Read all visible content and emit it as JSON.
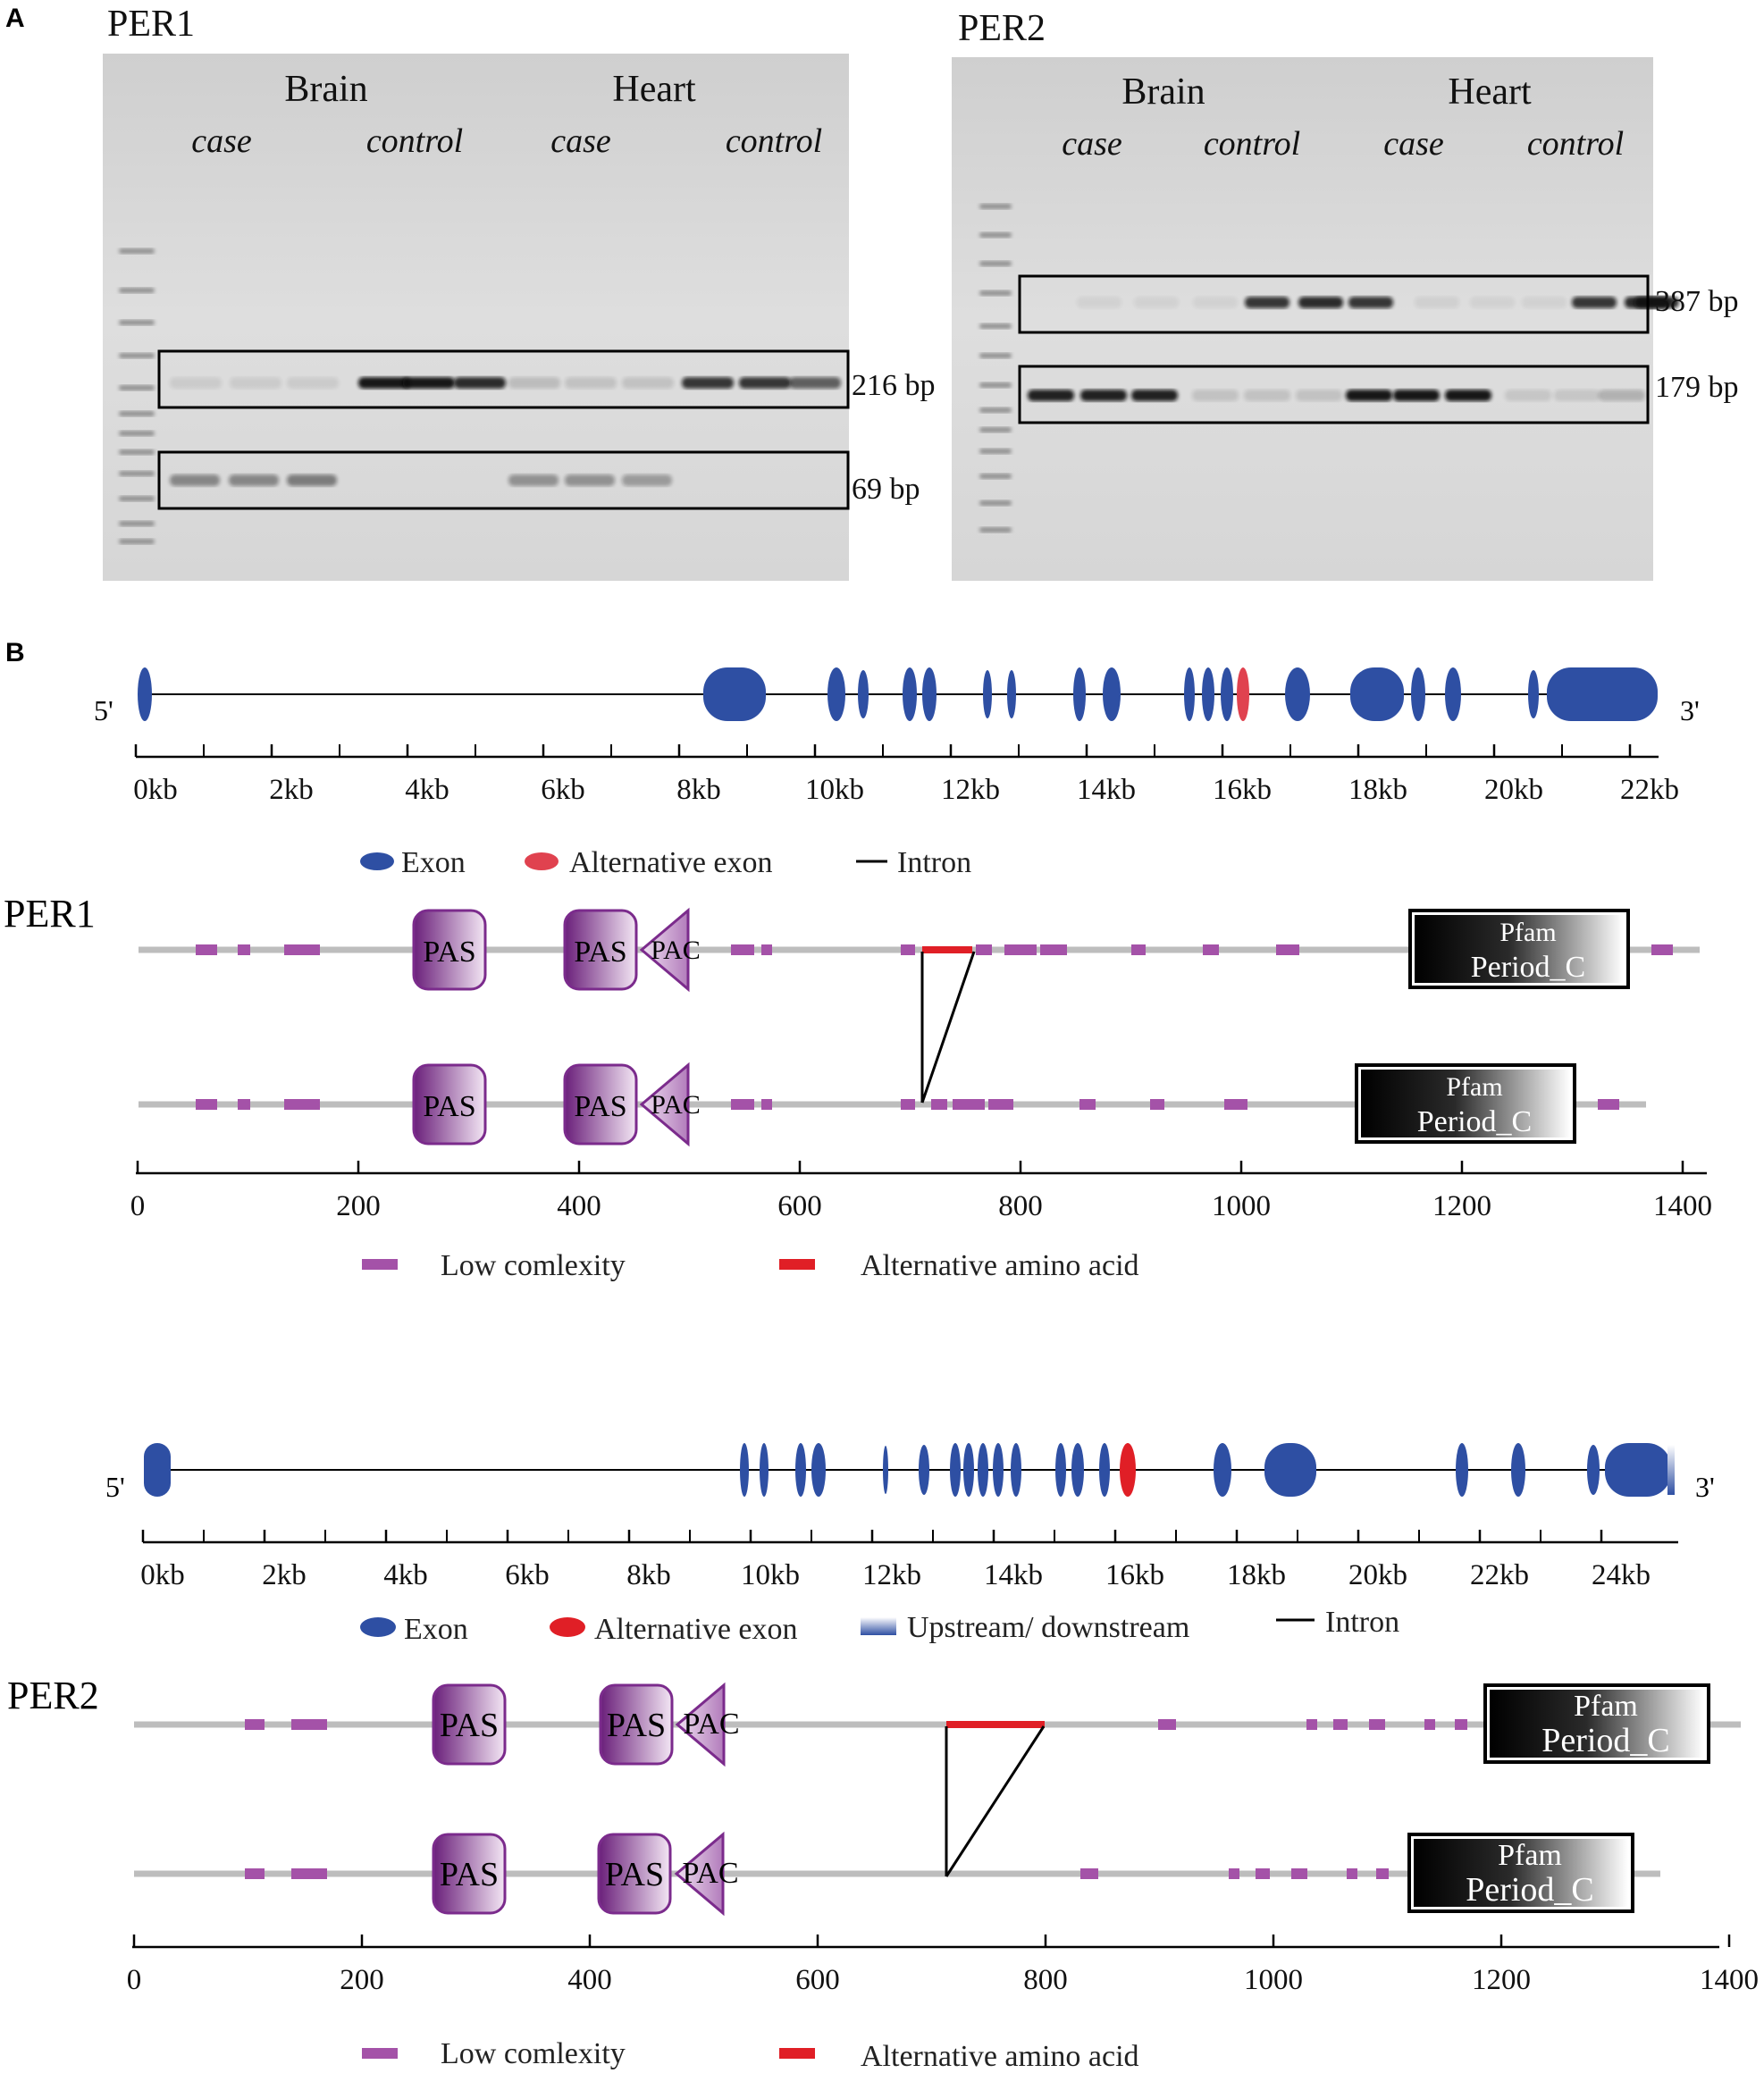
{
  "panel_a": {
    "label": "A",
    "gels": [
      {
        "title": "PER1",
        "tissues": [
          "Brain",
          "Heart"
        ],
        "groups": [
          "case",
          "control",
          "case",
          "control"
        ],
        "band_labels": [
          "216 bp",
          "69 bp"
        ]
      },
      {
        "title": "PER2",
        "tissues": [
          "Brain",
          "Heart"
        ],
        "groups": [
          "case",
          "control",
          "case",
          "control"
        ],
        "band_labels": [
          "387 bp",
          "179 bp"
        ]
      }
    ]
  },
  "panel_b": {
    "label": "B",
    "per1": {
      "gene": {
        "five_prime": "5'",
        "three_prime": "3'",
        "axis_ticks": [
          "0kb",
          "2kb",
          "4kb",
          "6kb",
          "8kb",
          "10kb",
          "12kb",
          "14kb",
          "16kb",
          "18kb",
          "20kb",
          "22kb"
        ],
        "legend": [
          "Exon",
          "Alternative exon",
          "Intron"
        ]
      },
      "protein": {
        "title": "PER1",
        "pas_label": "PAS",
        "pac_label": "PAC",
        "pfam_label": "Pfam",
        "pfam_domain": "Period_C",
        "axis_ticks": [
          "0",
          "200",
          "400",
          "600",
          "800",
          "1000",
          "1200",
          "1400"
        ],
        "legend": [
          "Low comlexity",
          "Alternative amino acid"
        ]
      }
    },
    "per2": {
      "gene": {
        "five_prime": "5'",
        "three_prime": "3'",
        "axis_ticks": [
          "0kb",
          "2kb",
          "4kb",
          "6kb",
          "8kb",
          "10kb",
          "12kb",
          "14kb",
          "16kb",
          "18kb",
          "20kb",
          "22kb",
          "24kb"
        ],
        "legend": [
          "Exon",
          "Alternative exon",
          "Upstream/ downstream",
          "Intron"
        ]
      },
      "protein": {
        "title": "PER2",
        "pas_label": "PAS",
        "pac_label": "PAC",
        "pfam_label": "Pfam",
        "pfam_domain": "Period_C",
        "axis_ticks": [
          "0",
          "200",
          "400",
          "600",
          "800",
          "1000",
          "1200",
          "1400"
        ],
        "legend": [
          "Low comlexity",
          "Alternative amino acid"
        ]
      }
    }
  },
  "colors": {
    "exon": "#2e4fa3",
    "alternative_exon": "#e0424f",
    "low_complexity": "#a452a8",
    "alternative_amino_acid": "#e01f26",
    "domain_purple": "#7b2b8c",
    "gel_background": "#d8d8d8"
  }
}
